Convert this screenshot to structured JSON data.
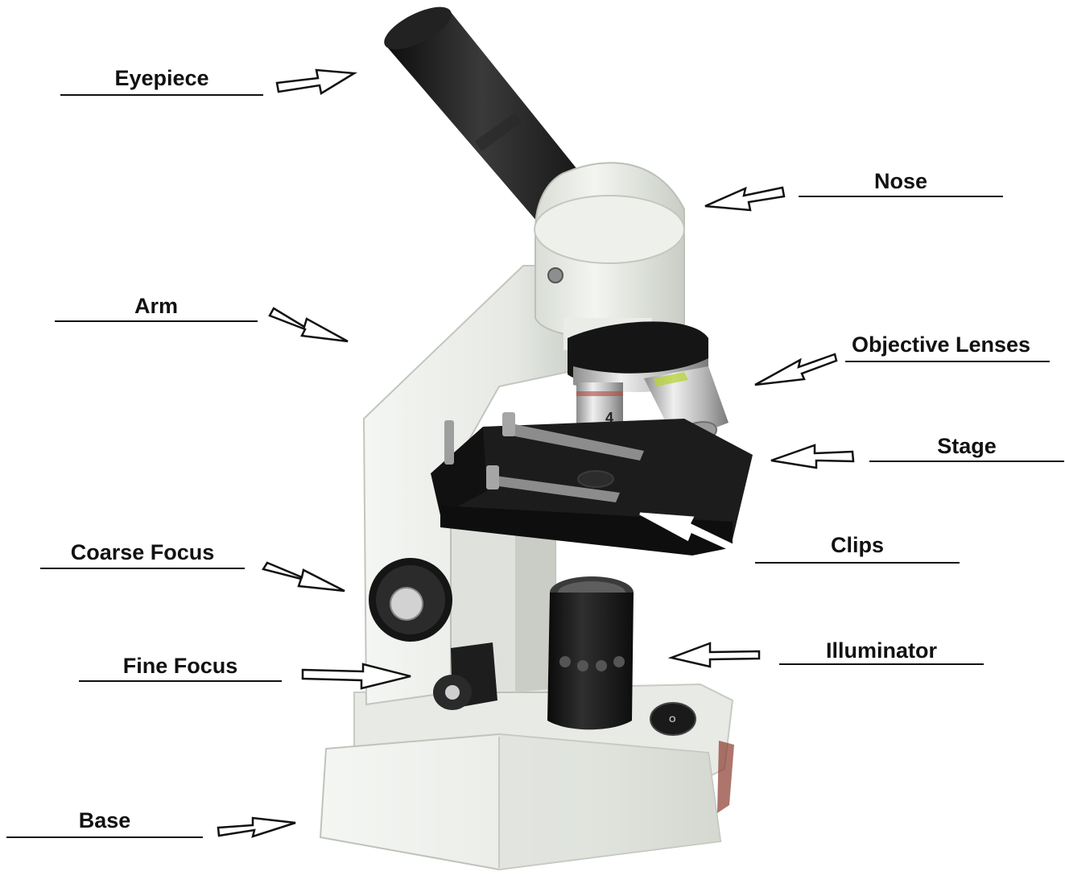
{
  "labels": {
    "eyepiece": "Eyepiece",
    "nose": "Nose",
    "arm": "Arm",
    "objective": "Objective Lenses",
    "stage": "Stage",
    "clips": "Clips",
    "coarse": "Coarse Focus",
    "illuminator": "Illuminator",
    "fine": "Fine Focus",
    "base": "Base"
  },
  "switch_text": "O",
  "objective_mark": "4",
  "colors": {
    "text": "#111111",
    "body": "#eef0ed",
    "body_shade": "#cfd3cc",
    "black_part": "#1c1c1c",
    "arrow_hollow": "#ffffff",
    "arrow_solid": "#ffffff"
  }
}
